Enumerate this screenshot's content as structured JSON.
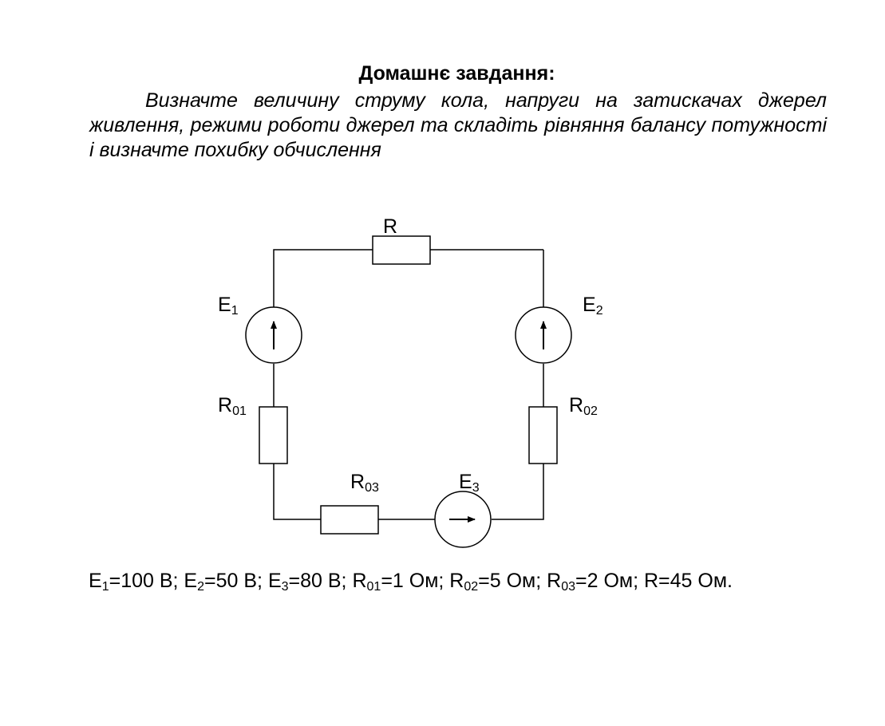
{
  "title": "Домашнє завдання:",
  "task_text": "Визначте величину струму кола, напруги на затискачах джерел живлення, режими роботи джерел та складіть рівняння балансу потужності і визначте похибку обчислення",
  "circuit": {
    "labels": {
      "R": {
        "main": "R",
        "sub": ""
      },
      "E1": {
        "main": "E",
        "sub": "1"
      },
      "E2": {
        "main": "E",
        "sub": "2"
      },
      "E3": {
        "main": "E",
        "sub": "3"
      },
      "R01": {
        "main": "R",
        "sub": "01"
      },
      "R02": {
        "main": "R",
        "sub": "02"
      },
      "R03": {
        "main": "R",
        "sub": "03"
      }
    }
  },
  "parameters": [
    {
      "main": "E",
      "sub": "1",
      "rest": "=100 В; "
    },
    {
      "main": "E",
      "sub": "2",
      "rest": "=50 В; "
    },
    {
      "main": "E",
      "sub": "3",
      "rest": "=80 В; "
    },
    {
      "main": "R",
      "sub": "01",
      "rest": "=1 Ом; "
    },
    {
      "main": "R",
      "sub": "02",
      "rest": "=5 Ом; "
    },
    {
      "main": "R",
      "sub": "03",
      "rest": "=2 Ом; "
    },
    {
      "main": "R",
      "sub": "",
      "rest": "=45 Ом."
    }
  ]
}
